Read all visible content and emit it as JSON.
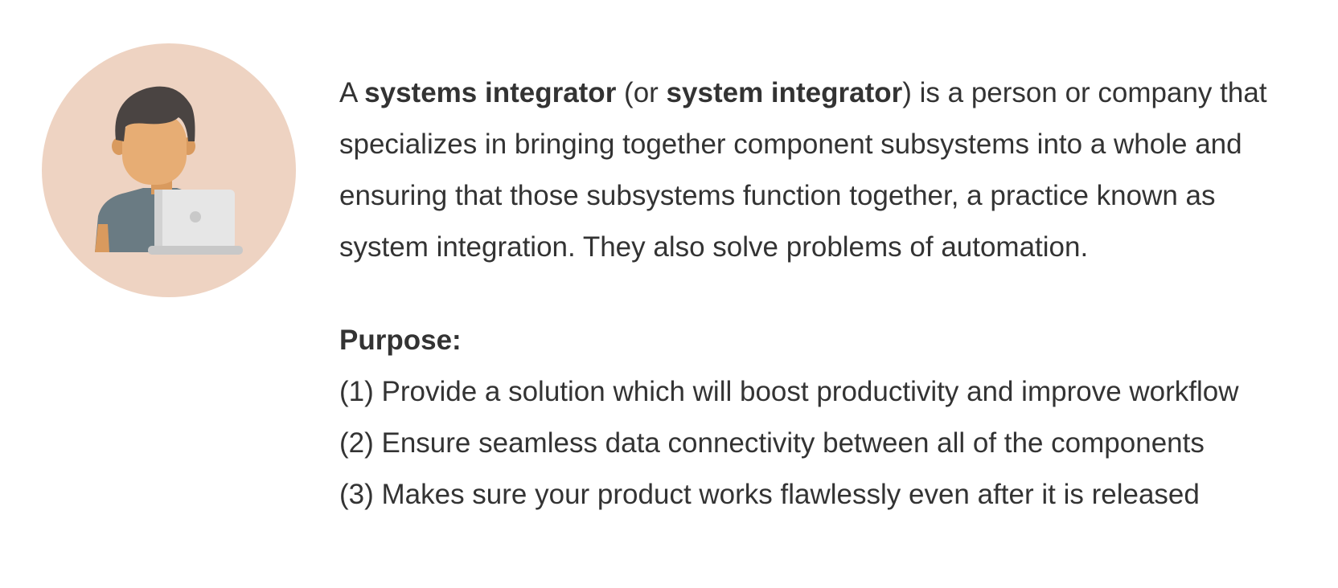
{
  "intro": {
    "part1": "A ",
    "term1": "systems integrator",
    "part2": " (or ",
    "term2": "system integrator",
    "part3": ") is a person or company that specializes in bringing together component subsystems into a whole and ensuring that those subsystems function together, a practice known as system integration. They also solve problems of automation."
  },
  "purpose": {
    "title": "Purpose:",
    "items": [
      "(1) Provide a solution which will boost productivity and improve workflow",
      "(2) Ensure seamless data connectivity between all of the components",
      "(3) Makes sure your product works flawlessly even after it is released"
    ]
  },
  "avatar": {
    "icon": "person-with-laptop-icon",
    "background_color": "#eed3c2"
  }
}
